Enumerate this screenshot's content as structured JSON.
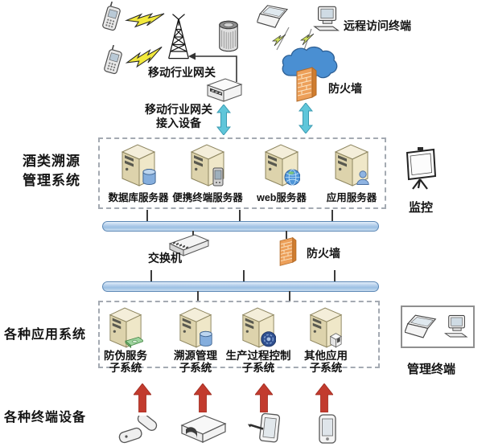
{
  "diagram": {
    "top_left": {
      "gateway_label": "移动行业网关",
      "access_device_label_line1": "移动行业网关",
      "access_device_label_line2": "接入设备"
    },
    "top_right": {
      "remote_terminal_label": "远程访问终端",
      "firewall_label": "防火墙"
    },
    "left": {
      "system_label_line1": "酒类溯源",
      "system_label_line2": "管理系统",
      "app_systems_label": "各种应用系统",
      "terminal_devices_label": "各种终端设备"
    },
    "server_zone": {
      "servers": [
        {
          "label": "数据库服务器",
          "badge": "database-icon"
        },
        {
          "label": "便携终端服务器",
          "badge": "handheld-icon"
        },
        {
          "label": "web服务器",
          "badge": "globe-icon"
        },
        {
          "label": "应用服务器",
          "badge": "user-icon"
        }
      ]
    },
    "middle": {
      "switch_label": "交换机",
      "firewall_label": "防火墙"
    },
    "right": {
      "monitor_label": "监控",
      "management_terminal_label": "管理终端"
    },
    "subsystem_zone": {
      "subsystems": [
        {
          "line1": "防伪服务",
          "line2": "子系统",
          "badge": "banknote-icon"
        },
        {
          "line1": "溯源管理",
          "line2": "子系统",
          "badge": "database-icon"
        },
        {
          "line1": "生产过程控制",
          "line2": "子系统",
          "badge": "disc-icon"
        },
        {
          "line1": "其他应用",
          "line2": "子系统",
          "badge": "device-icon"
        }
      ]
    }
  },
  "colors": {
    "backbone-border": "#5b87b5",
    "backbone-fill": "#a9c7e6",
    "cyan-arrow": "#5fc6da",
    "red-arrow": "#c23b2e",
    "firewall-orange": "#eda05a",
    "cloud-blue": "#4a8fd2",
    "server-beige": "#ddd3ac",
    "bolt-yellow": "#f2e93c"
  }
}
